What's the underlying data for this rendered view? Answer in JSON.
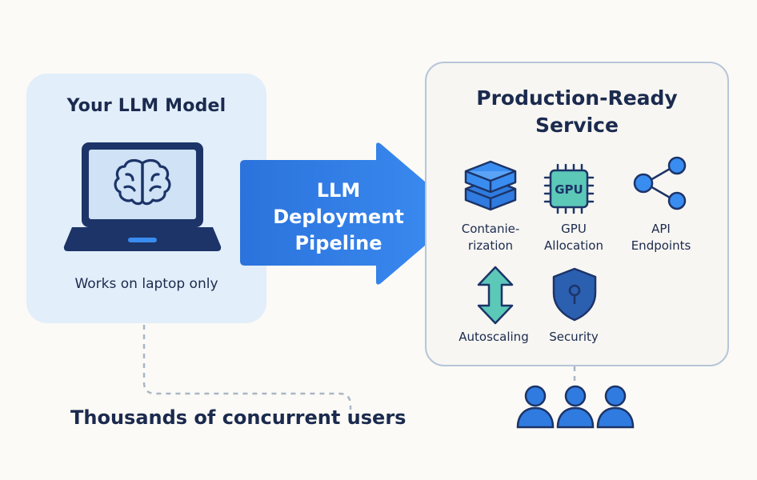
{
  "left": {
    "title": "Your LLM Model",
    "caption": "Works on laptop only"
  },
  "arrow": {
    "label_line1": "LLM",
    "label_line2": "Deployment",
    "label_line3": "Pipeline"
  },
  "right": {
    "title_line1": "Production-Ready",
    "title_line2": "Service",
    "features": [
      {
        "line1": "Contanie-",
        "line2": "rization",
        "icon": "container-stack-icon"
      },
      {
        "line1": "GPU",
        "line2": "Allocation",
        "icon": "gpu-chip-icon",
        "chip_text": "GPU"
      },
      {
        "line1": "API",
        "line2": "Endpoints",
        "icon": "share-nodes-icon"
      },
      {
        "line1": "Autoscaling",
        "icon": "up-down-arrow-icon"
      },
      {
        "line1": "Security",
        "icon": "shield-icon"
      }
    ]
  },
  "bottom": {
    "caption": "Thousands of concurrent users"
  },
  "colors": {
    "navy": "#1b2a4e",
    "blue": "#2f7be0",
    "light_blue_card": "#e2eefa",
    "teal": "#5cc8b8",
    "card_border": "#b7c6d8"
  }
}
